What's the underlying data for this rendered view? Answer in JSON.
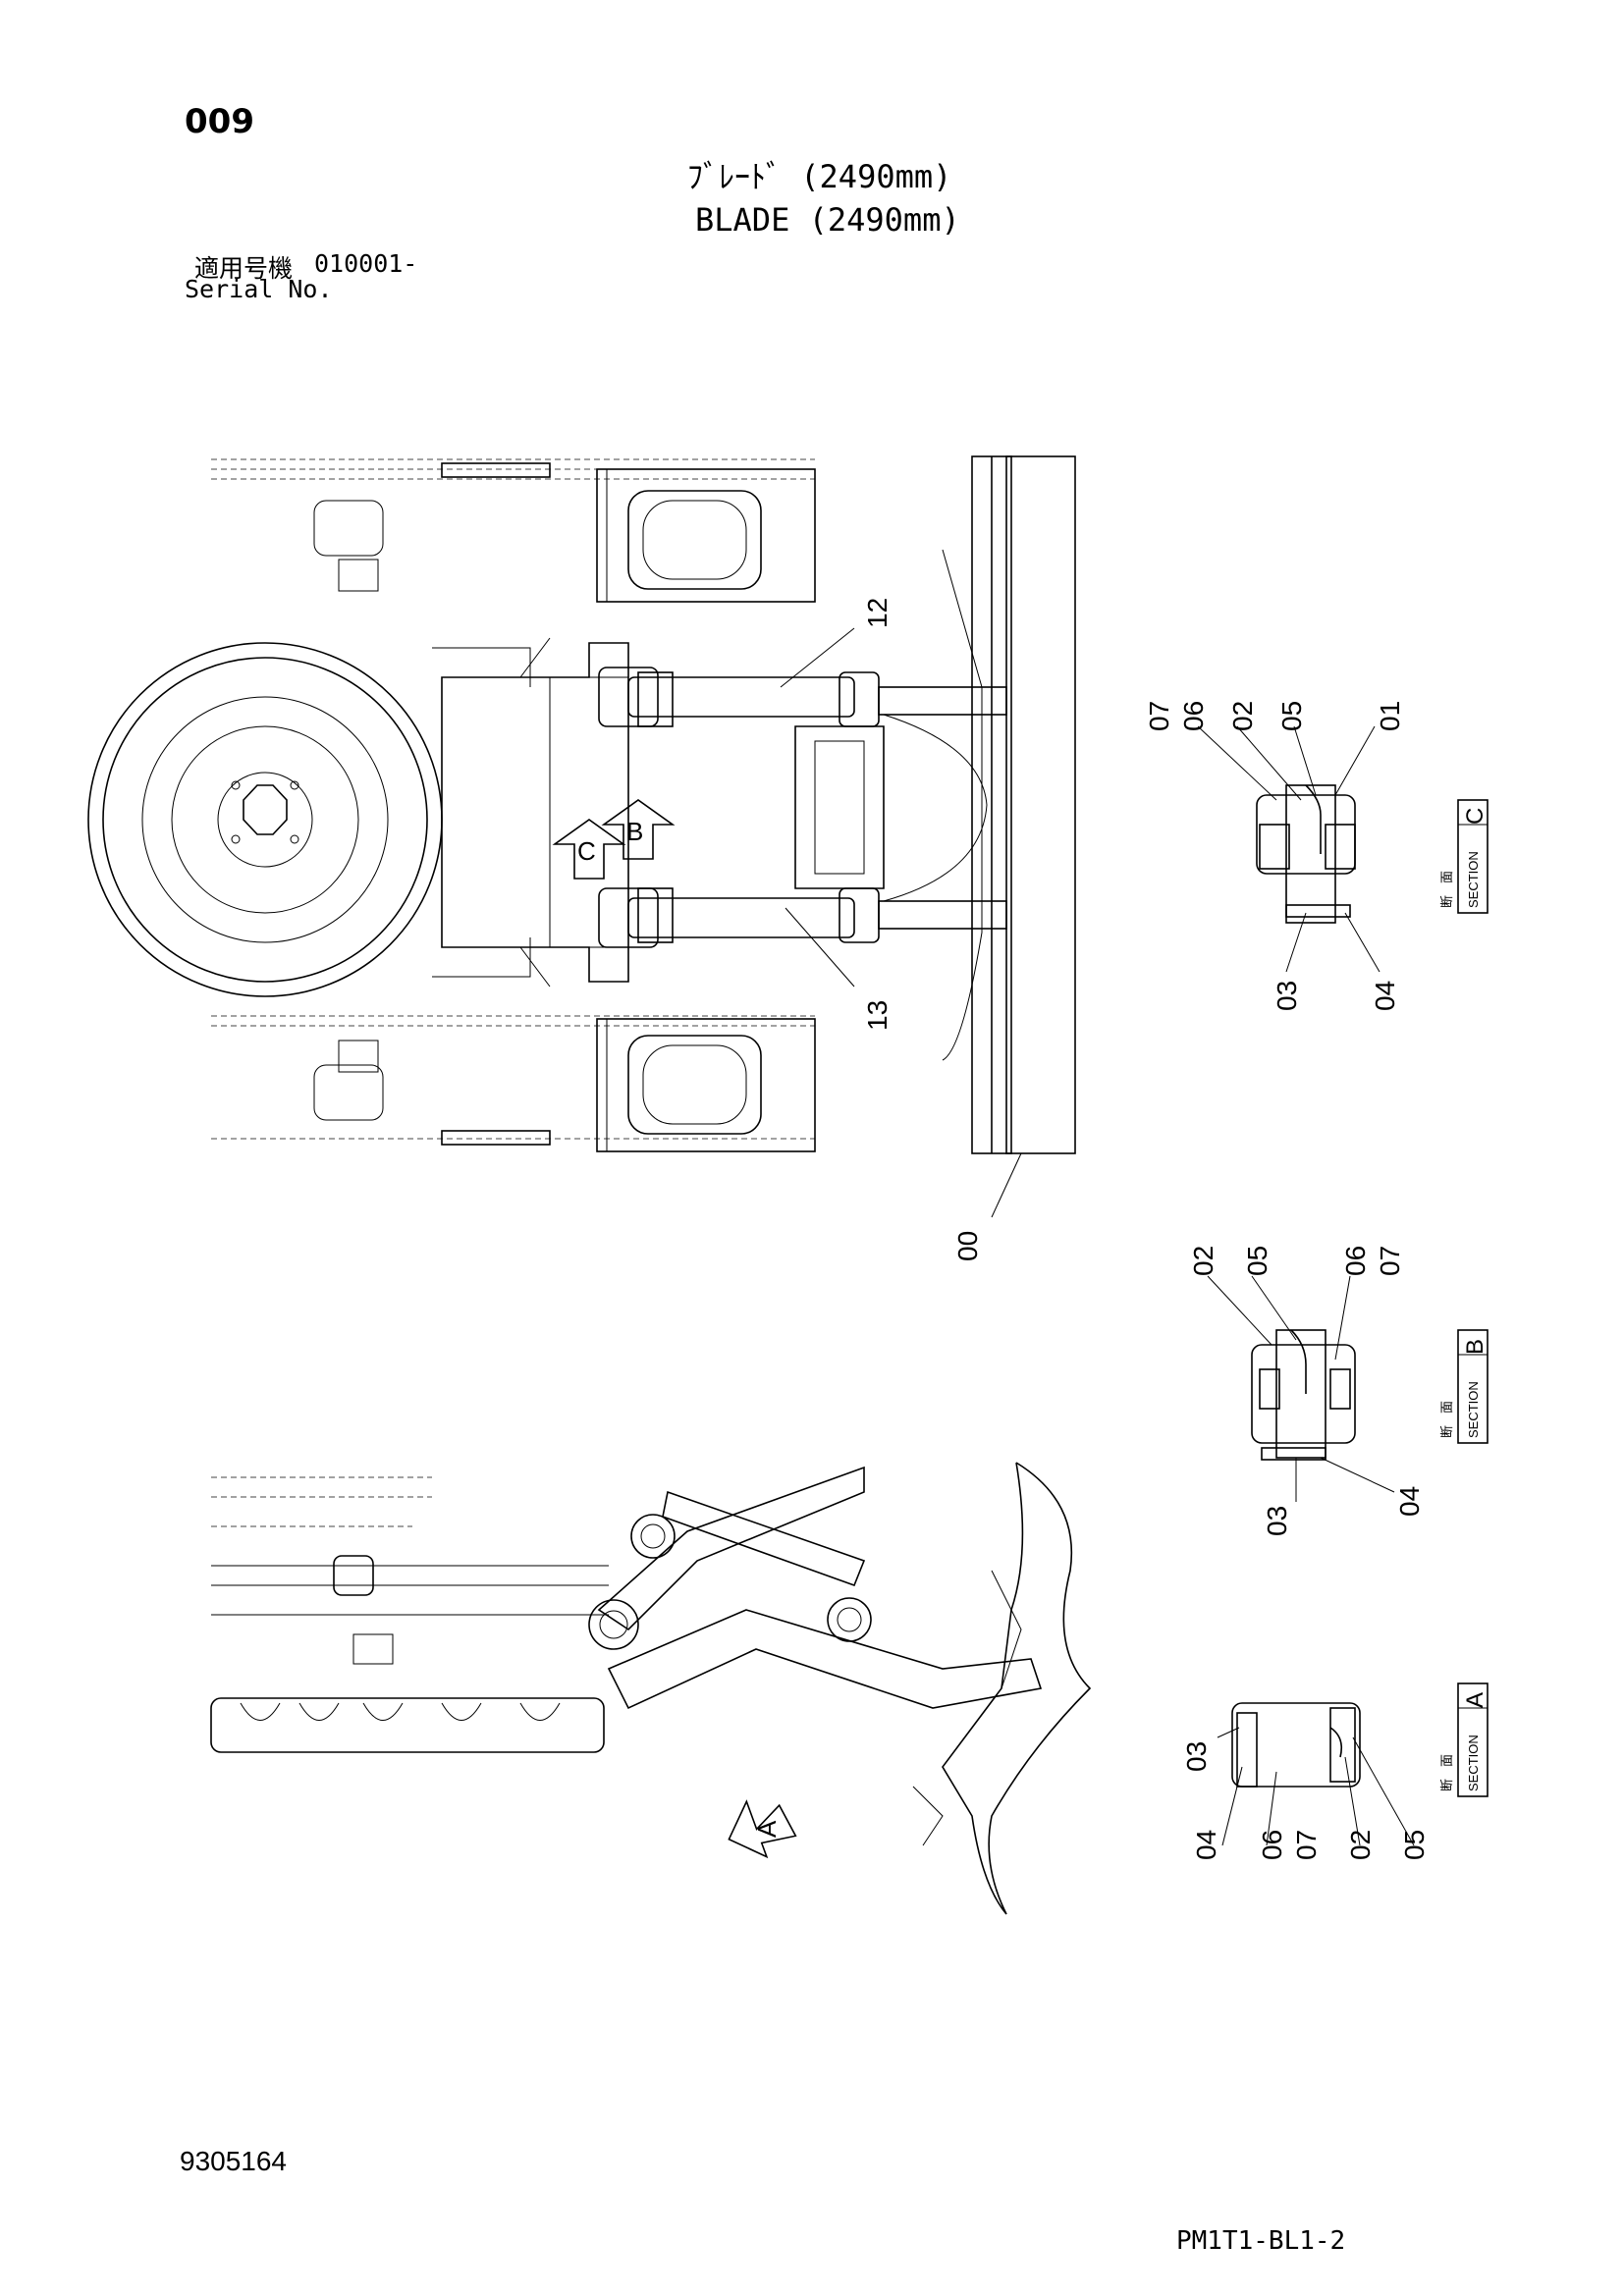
{
  "header": {
    "page_number": "009",
    "title_jp": "ﾌﾞﾚｰﾄﾞ (2490mm)",
    "title_en": "BLADE (2490mm)",
    "serial_label_jp": "適用号機",
    "serial_value": "010001-",
    "serial_label_en": "Serial No."
  },
  "footer": {
    "doc_number": "9305164",
    "page_code": "PM1T1-BL1-2"
  },
  "section_marker": {
    "jp_1": "断",
    "jp_2": "面",
    "en": "SECTION"
  },
  "view_arrows": {
    "a": "A",
    "b": "B",
    "c": "C"
  },
  "sections": {
    "c": {
      "letter": "C",
      "part_labels": [
        "07",
        "06",
        "02",
        "05",
        "01",
        "03",
        "04"
      ]
    },
    "b": {
      "letter": "B",
      "part_labels": [
        "02",
        "05",
        "06",
        "07",
        "03",
        "04"
      ]
    },
    "a": {
      "letter": "A",
      "part_labels": [
        "03",
        "04",
        "06",
        "07",
        "02",
        "05"
      ]
    }
  },
  "main_view": {
    "part_labels": [
      "12",
      "13",
      "00"
    ]
  }
}
